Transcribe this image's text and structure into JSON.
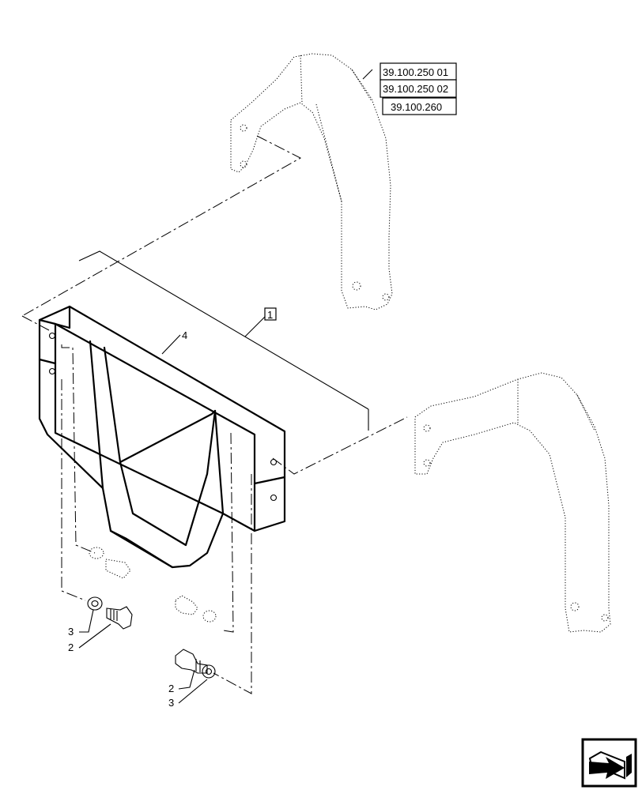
{
  "references": [
    {
      "id": "ref-1",
      "text": "39.100.250 01"
    },
    {
      "id": "ref-2",
      "text": "39.100.250 02"
    },
    {
      "id": "ref-3",
      "text": "39.100.260"
    }
  ],
  "callouts": {
    "assembly": "1",
    "frame": "4",
    "bolt_left": "2",
    "washer_left": "3",
    "bolt_right": "2",
    "washer_right": "3"
  },
  "icons": {
    "navigation": "next-page-arrow-icon"
  }
}
